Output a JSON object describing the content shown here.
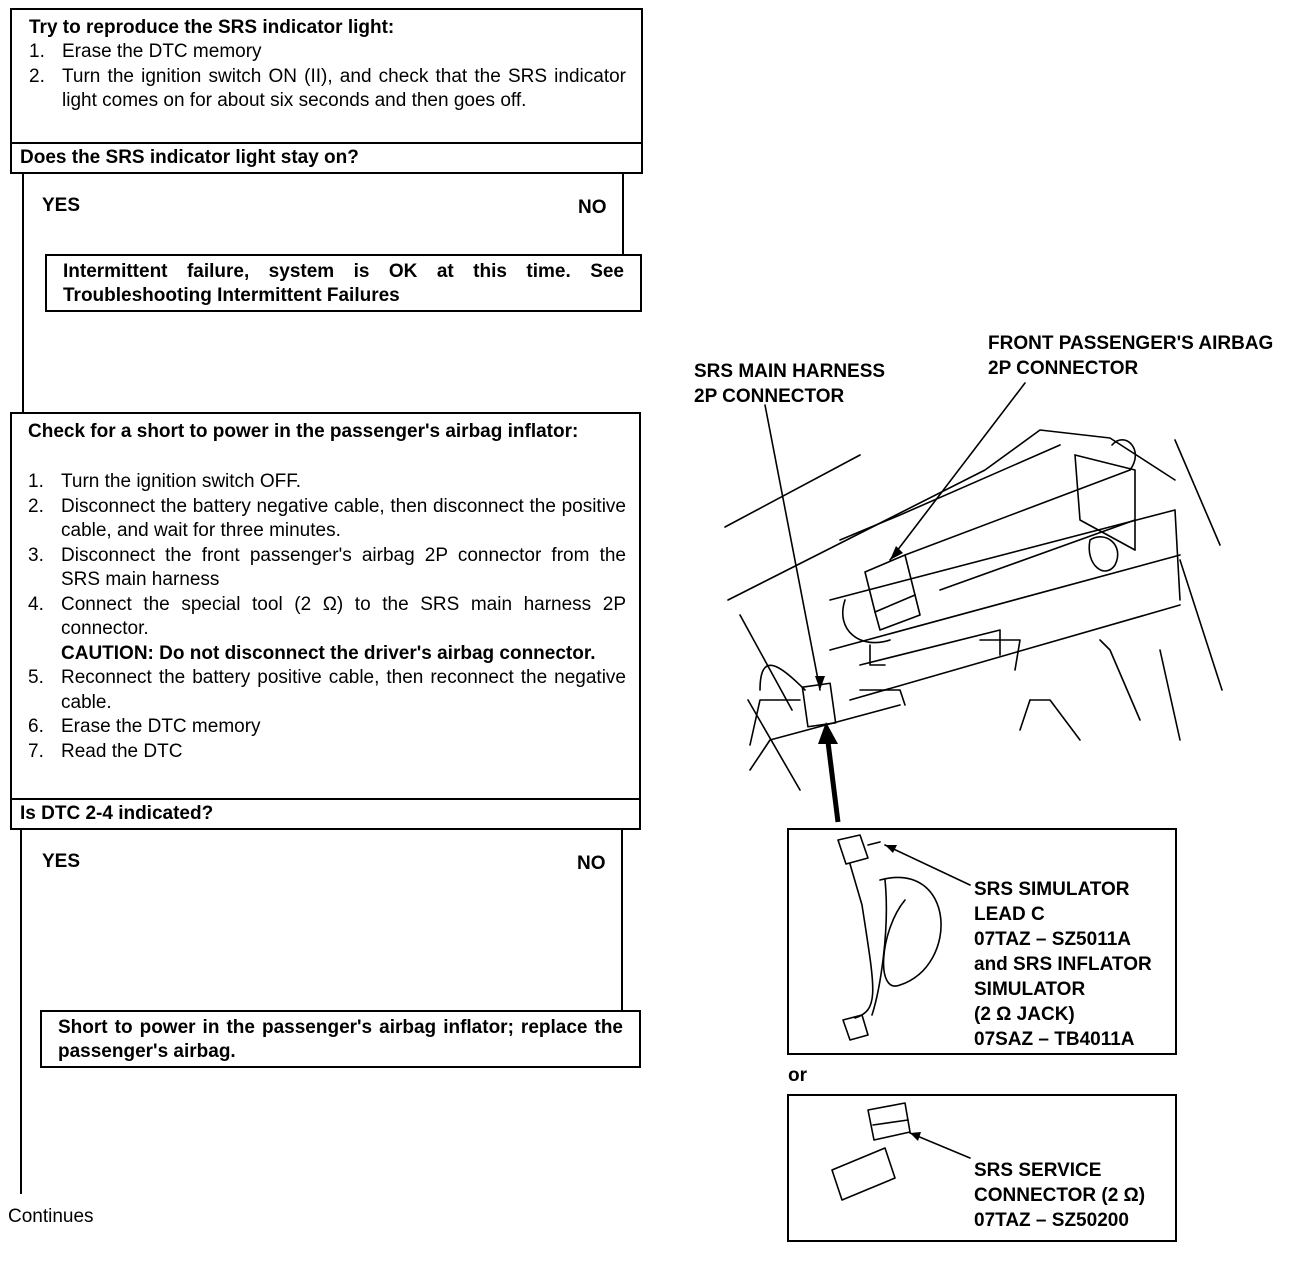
{
  "flow": {
    "box1": {
      "title": "Try to reproduce the SRS indicator light:",
      "steps": [
        {
          "n": "1.",
          "text": "Erase the DTC memory"
        },
        {
          "n": "2.",
          "text": "Turn the ignition switch ON (II), and check that the SRS indicator light comes on for about six seconds and then goes off."
        }
      ],
      "question": "Does the SRS indicator light stay on?"
    },
    "branch1": {
      "yes": "YES",
      "no": "NO"
    },
    "result1": "Intermittent failure, system is OK at this time. See Troubleshooting Intermittent Failures",
    "box2": {
      "title": "Check for a short to power in the passenger's airbag inflator:",
      "steps": [
        {
          "n": "1.",
          "text": "Turn the ignition switch OFF."
        },
        {
          "n": "2.",
          "text": "Disconnect the battery negative cable, then disconnect the positive cable, and wait for three minutes."
        },
        {
          "n": "3.",
          "text": "Disconnect the front passenger's airbag 2P connector from the SRS main harness"
        },
        {
          "n": "4.",
          "text": "Connect the special tool (2 Ω) to the SRS main harness 2P connector."
        },
        {
          "n": "",
          "text": "CAUTION: Do not disconnect the driver's airbag connector."
        },
        {
          "n": "5.",
          "text": "Reconnect the battery positive cable, then reconnect the negative cable."
        },
        {
          "n": "6.",
          "text": "Erase the DTC memory"
        },
        {
          "n": "7.",
          "text": "Read the DTC"
        }
      ],
      "question": "Is DTC 2-4 indicated?"
    },
    "branch2": {
      "yes": "YES",
      "no": "NO"
    },
    "result2": "Short to power in the passenger's airbag inflator; replace the passenger's airbag.",
    "continues": "Continues"
  },
  "illustration": {
    "label_passenger_connector": "FRONT PASSENGER'S AIRBAG\n2P CONNECTOR",
    "label_main_harness": "SRS MAIN HARNESS\n2P CONNECTOR",
    "label_simulator": "SRS SIMULATOR\nLEAD C\n07TAZ – SZ5011A\nand SRS INFLATOR\nSIMULATOR\n(2 Ω JACK)\n07SAZ – TB4011A",
    "or": "or",
    "label_service_connector": "SRS SERVICE\nCONNECTOR (2 Ω)\n07TAZ – SZ50200"
  }
}
